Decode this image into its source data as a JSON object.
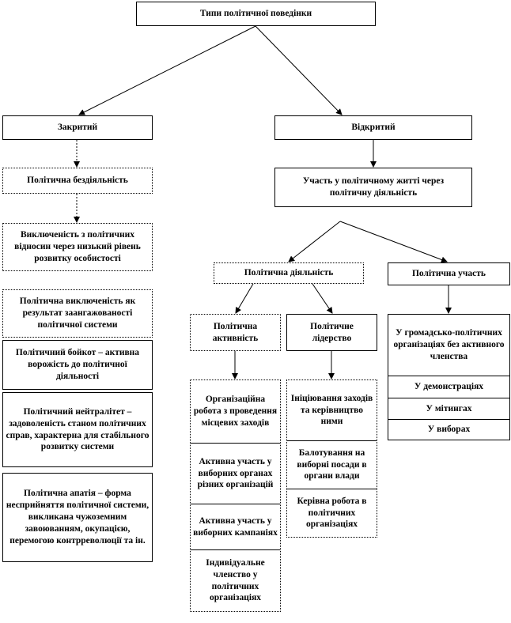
{
  "title": "Типи політичної поведінки",
  "closed": {
    "label": "Закритий",
    "inaction": "Політична бездіяльність",
    "items": [
      "Виключеність з політичних відносин через низький рівень розвитку особистості",
      "Політична виключеність як результат заангажованості політичної системи",
      "Політичний бойкот – активна ворожість до політичної діяльності",
      "Політичний нейтралітет – задоволеність станом політичних справ, характерна для стабільного розвитку системи",
      "Політична апатія – форма несприйняття політичної системи, викликана чужоземним завоюванням, окупацією, перемогою контрреволюції та ін."
    ]
  },
  "open": {
    "label": "Відкритий",
    "participation_life": "Участь у політичному житті через політичну діяльність",
    "activity": {
      "label": "Політична діяльність",
      "active": {
        "label": "Політична активність",
        "items": [
          "Організаційна робота з проведення місцевих заходів",
          "Активна участь у виборних органах різних організацій",
          "Активна участь у виборних кампаніях",
          "Індивідуальне членство у політичних організаціях"
        ]
      },
      "leadership": {
        "label": "Політичне лідерство",
        "items": [
          "Ініціювання заходів та керівництво ними",
          "Балотування на виборні посади в органи влади",
          "Керівна робота в політичних організаціях"
        ]
      }
    },
    "participation": {
      "label": "Політична участь",
      "items": [
        "У громадсько-політичних організаціях без активного членства",
        "У демонстраціях",
        "У мітингах",
        "У виборах"
      ]
    }
  }
}
